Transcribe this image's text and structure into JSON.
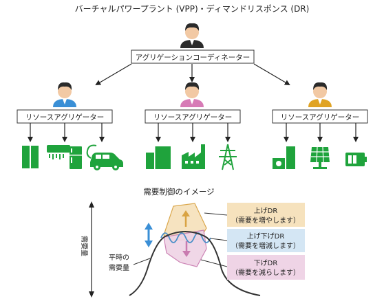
{
  "diagram": {
    "title": "バーチャルパワープラント (VPP)・ディマンドリスポンス (DR)",
    "coordinator_label": "アグリゲーションコーディネーター",
    "resource_aggregators": [
      {
        "label": "リソースアグリゲーター",
        "icons": [
          "storage-battery-icon",
          "air-conditioner-icon",
          "refrigerator-icon",
          "electric-car-icon"
        ]
      },
      {
        "label": "リソースアグリゲーター",
        "icons": [
          "building-icon",
          "factory-icon",
          "power-tower-icon"
        ]
      },
      {
        "label": "リソースアグリゲーター",
        "icons": [
          "generator-icon",
          "solar-panel-icon",
          "battery-icon"
        ]
      }
    ]
  },
  "demand_control": {
    "title": "需要制御のイメージ",
    "y_axis_label": "需要量",
    "normal_label_line1": "平時の",
    "normal_label_line2": "需要量",
    "callouts": {
      "up": {
        "line1": "上げDR",
        "line2": "（需要を増やします）"
      },
      "updown": {
        "line1": "上げ下げDR",
        "line2": "（需要を増減します）"
      },
      "down": {
        "line1": "下げDR",
        "line2": "（需要を減らします）"
      }
    }
  },
  "colors": {
    "icon_green": "#1fa33c",
    "person_blue": "#3a8fd6",
    "person_pink": "#d77bb6",
    "person_gold": "#e0a324",
    "up_fill": "#f6e2bd",
    "up_stroke": "#d9a343",
    "updown_fill": "#d4e6f4",
    "updown_stroke": "#4a90c8",
    "down_fill": "#efd4e6",
    "down_stroke": "#c97bb0"
  }
}
